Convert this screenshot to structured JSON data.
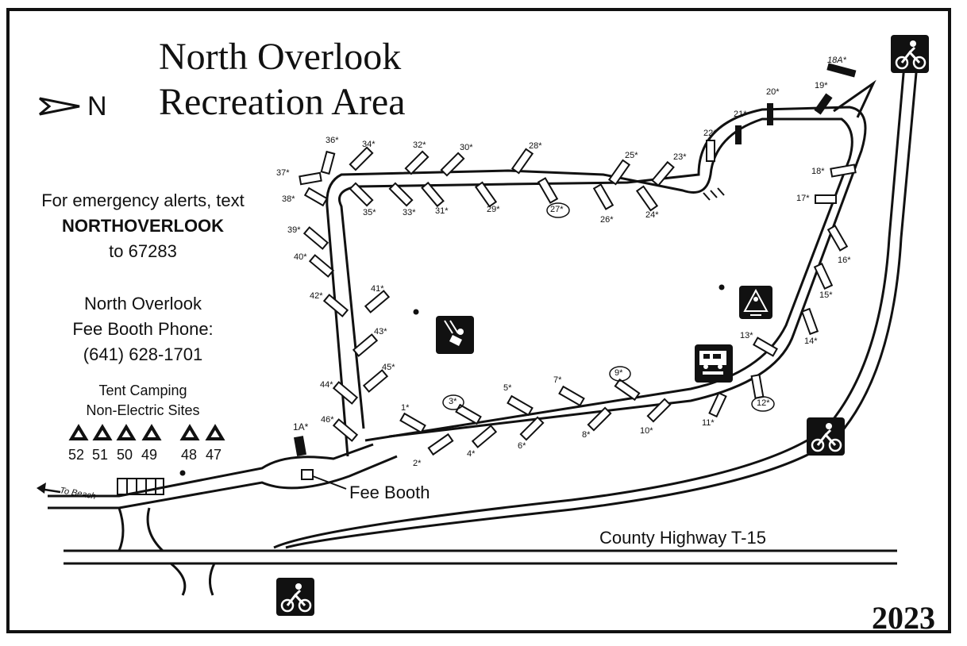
{
  "title": {
    "line1": "North Overlook",
    "line2": "Recreation Area"
  },
  "north_label": "N",
  "emergency": {
    "line1": "For emergency alerts, text",
    "keyword": "NORTHOVERLOOK",
    "line3": "to 67283"
  },
  "fee_booth_info": {
    "line1": "North Overlook",
    "line2": "Fee Booth Phone:",
    "phone": "(641) 628-1701"
  },
  "tent": {
    "line1": "Tent Camping",
    "line2": "Non-Electric Sites",
    "sites": [
      "52",
      "51",
      "50",
      "49",
      "48",
      "47"
    ]
  },
  "labels": {
    "fee_booth": "Fee Booth",
    "to_beach": "To Beach",
    "highway": "County Highway T-15",
    "site_1a": "1A*",
    "site_18a": "18A*"
  },
  "year": "2023",
  "sites": [
    "1*",
    "2*",
    "3*",
    "4*",
    "5*",
    "6*",
    "7*",
    "8*",
    "9*",
    "10*",
    "11*",
    "12*",
    "13*",
    "14*",
    "15*",
    "16*",
    "17*",
    "18*",
    "19*",
    "20*",
    "21*",
    "22*",
    "23*",
    "24*",
    "25*",
    "26*",
    "27*",
    "28*",
    "29*",
    "30*",
    "31*",
    "32*",
    "33*",
    "34*",
    "35*",
    "36*",
    "37*",
    "38*",
    "39*",
    "40*",
    "41*",
    "42*",
    "43*",
    "44*",
    "45*",
    "46*"
  ],
  "icons": [
    "north-arrow-icon",
    "playground-icon",
    "amphitheater-icon",
    "rv-dump-station-icon",
    "bike-trail-icon",
    "tent-icon"
  ]
}
